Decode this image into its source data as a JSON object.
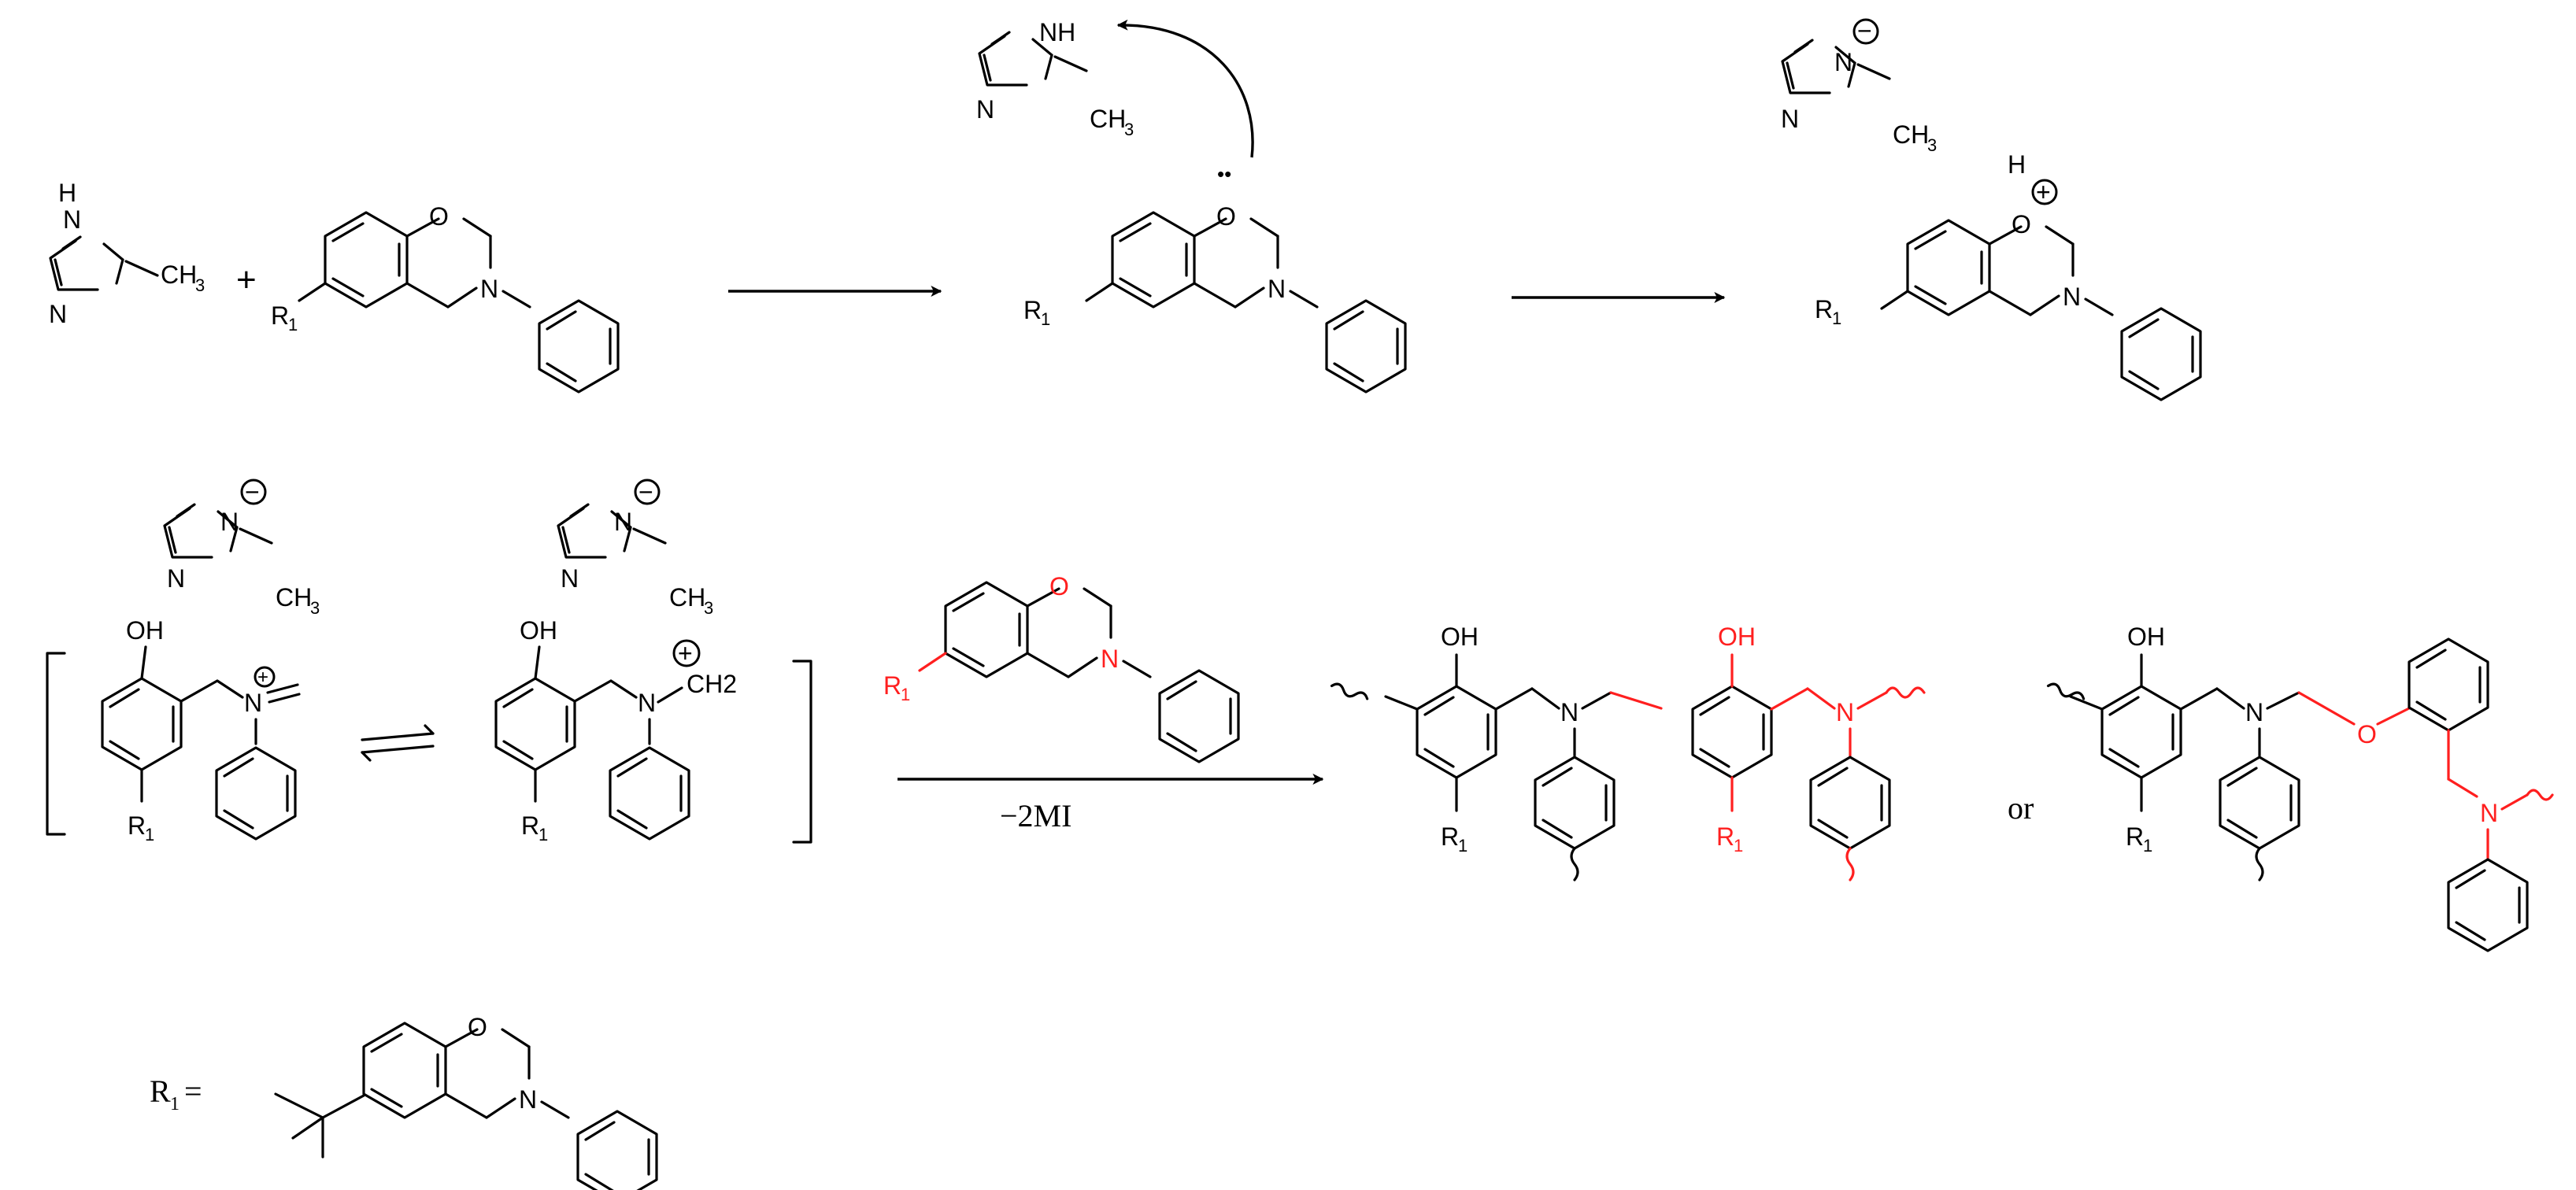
{
  "atoms": {
    "H": "H",
    "N": "N",
    "NH": "NH",
    "O": "O",
    "OH": "OH",
    "CH3": "CH",
    "three": "3",
    "R": "R",
    "one": "1",
    "CH2": "CH2",
    "plus_sign": "+",
    "minus_sign": "−",
    "lone_pair": "••"
  },
  "labels": {
    "plus": "+",
    "loss_of_mi": "−2MI",
    "or": "or",
    "r1_definition": "R",
    "r1_sub": "1",
    "equals": "="
  },
  "colors": {
    "ink": "#000000",
    "new_monomer": "#ff1f1f"
  },
  "icons": [
    "reaction-arrow",
    "equilibrium-arrows",
    "curved-electron-arrow",
    "wavy-bond"
  ]
}
